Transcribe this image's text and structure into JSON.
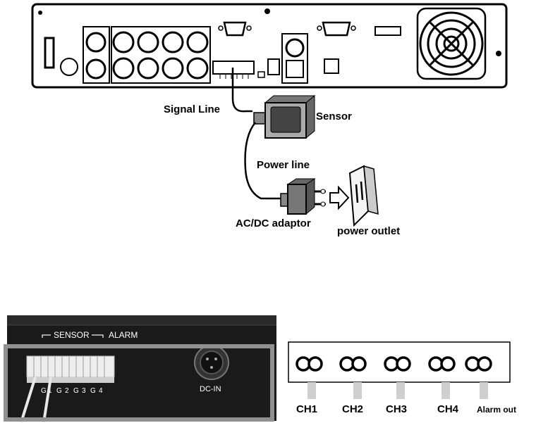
{
  "wiring_diagram": {
    "labels": {
      "signal_line": "Signal Line",
      "sensor": "Sensor",
      "power_line": "Power line",
      "adaptor": "AC/DC adaptor",
      "power_outlet": "power outlet"
    }
  },
  "terminal_photo": {
    "sensor_label": "SENSOR",
    "alarm_label": "ALARM",
    "pin_labels": [
      "G",
      "1",
      "G",
      "2",
      "G",
      "3",
      "G",
      "4"
    ],
    "dcin_label": "DC-IN"
  },
  "connector_diagram": {
    "channels": [
      "CH1",
      "CH2",
      "CH3",
      "CH4"
    ],
    "alarm_label": "Alarm out"
  },
  "colors": {
    "outline": "#000000",
    "frame": "#909090",
    "panel": "#1a1a1a"
  },
  "icons": [
    "fan-icon",
    "bnc-connector-icon",
    "vga-port-icon",
    "plug-icon",
    "outlet-icon"
  ]
}
